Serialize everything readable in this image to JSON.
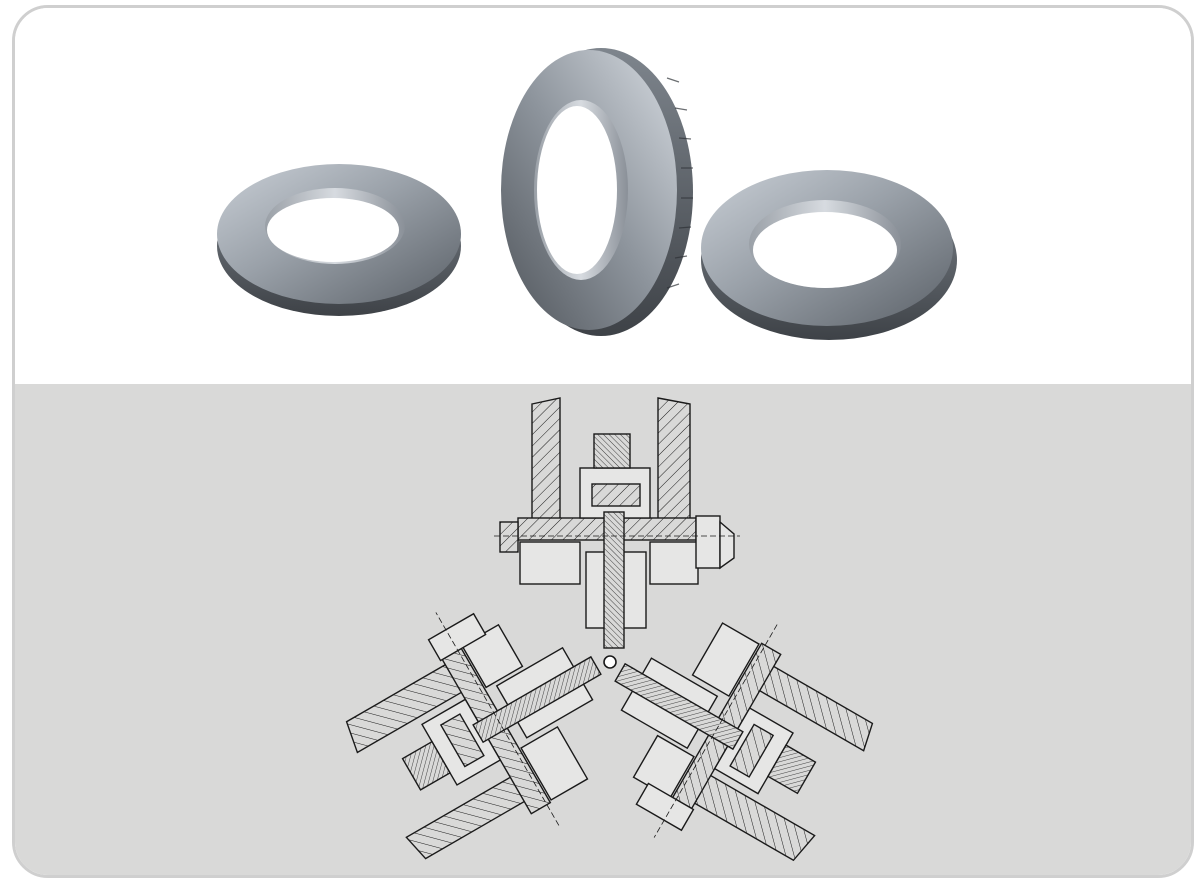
{
  "figure": {
    "top_panel": {
      "items": [
        {
          "name": "roller-ring-left"
        },
        {
          "name": "roller-ring-center"
        },
        {
          "name": "roller-ring-right"
        }
      ]
    },
    "bottom_panel": {
      "items": [
        {
          "name": "roll-assembly-top"
        },
        {
          "name": "roll-assembly-left"
        },
        {
          "name": "roll-assembly-right"
        }
      ]
    },
    "colors": {
      "frame_border": "#cfcfcf",
      "top_background": "#ffffff",
      "bottom_background": "#d9d9d8",
      "steel_light": "#b8bec6",
      "steel_dark": "#5b6168",
      "line": "#1a1a1a"
    }
  }
}
